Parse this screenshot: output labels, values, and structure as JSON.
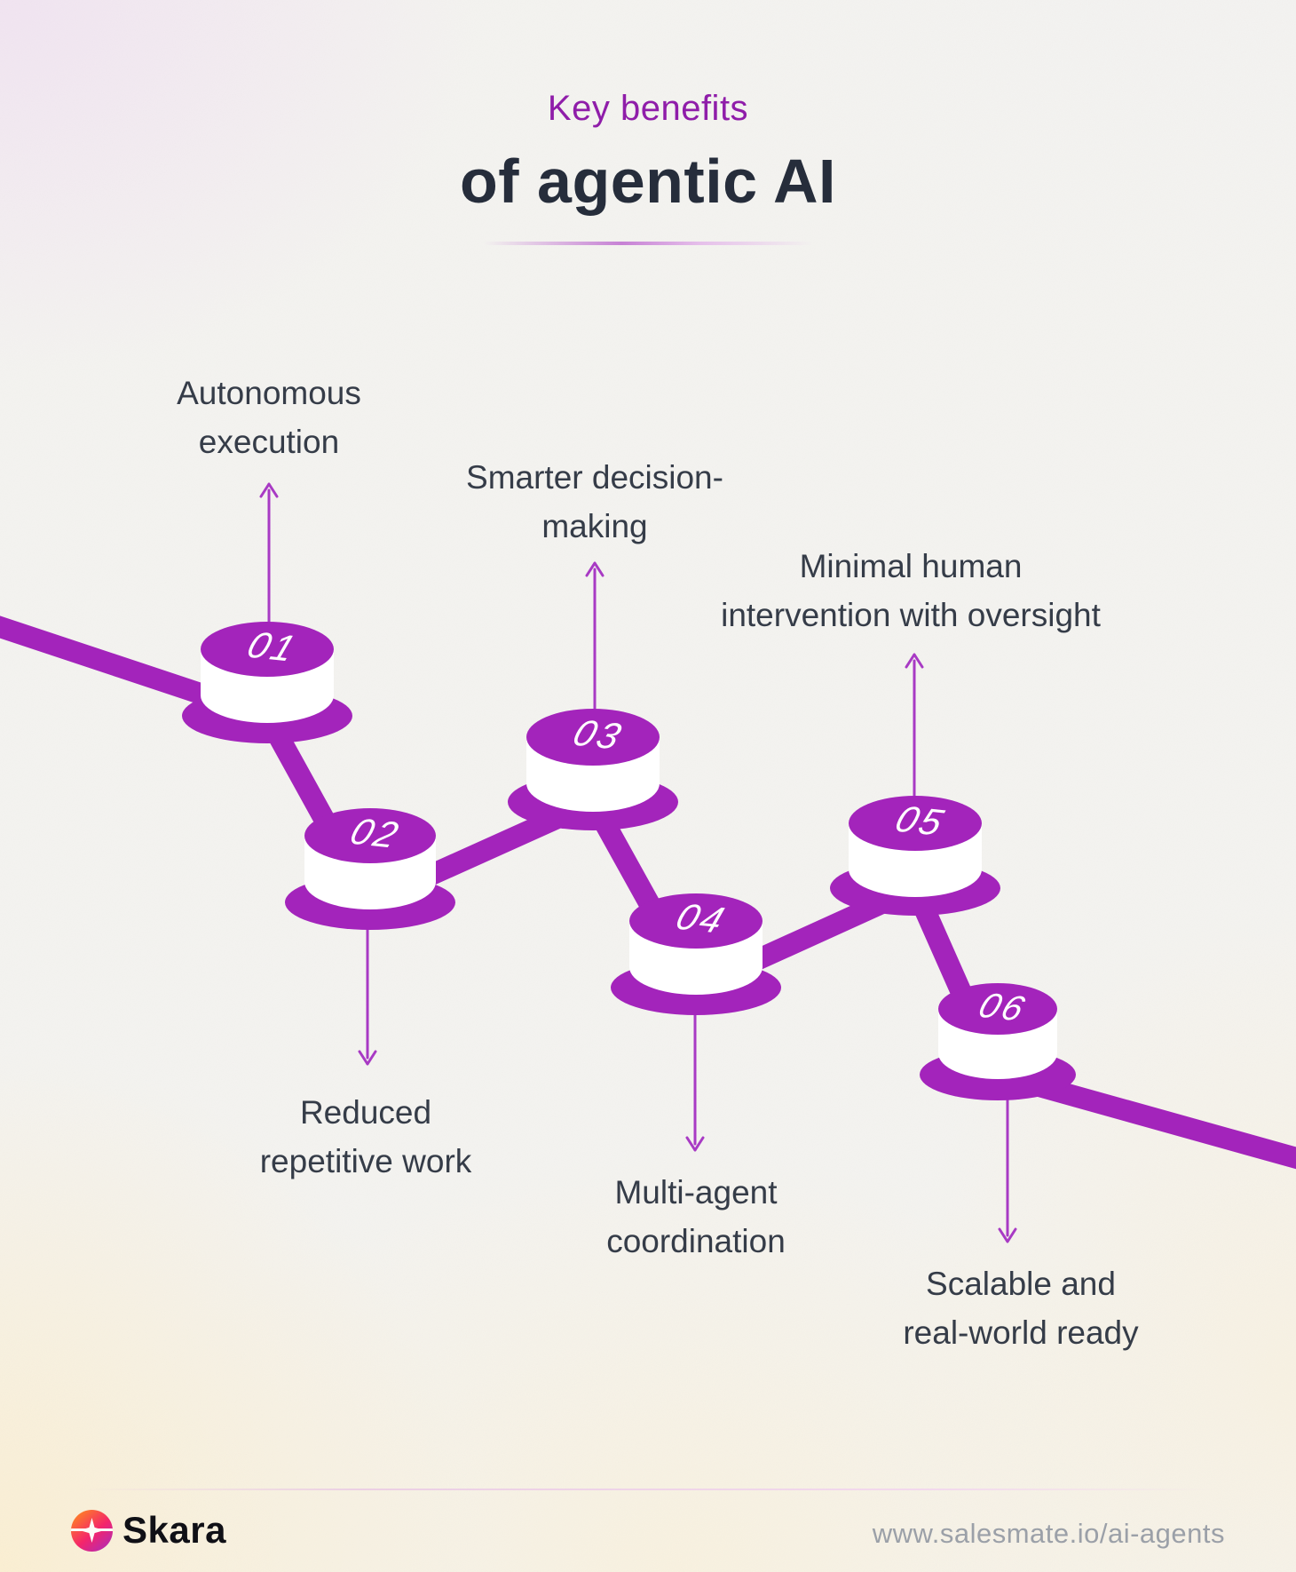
{
  "header": {
    "eyebrow": "Key benefits",
    "title": "of agentic AI"
  },
  "benefits": [
    {
      "number": "01",
      "label": [
        "Autonomous",
        "execution"
      ]
    },
    {
      "number": "02",
      "label": [
        "Reduced",
        "repetitive work"
      ]
    },
    {
      "number": "03",
      "label": [
        "Smarter decision-",
        "making"
      ]
    },
    {
      "number": "04",
      "label": [
        "Multi-agent",
        "coordination"
      ]
    },
    {
      "number": "05",
      "label": [
        "Minimal human",
        "intervention with oversight"
      ]
    },
    {
      "number": "06",
      "label": [
        "Scalable and",
        "real-world ready"
      ]
    }
  ],
  "footer": {
    "brand": "Skara",
    "url": "www.salesmate.io/ai-agents"
  },
  "colors": {
    "accent_purple": "#A324BB",
    "arrow_purple": "#A83AC4",
    "eyebrow_purple": "#8F1DA9",
    "title_dark": "#262D3B",
    "label_dark": "#353C48",
    "url_gray": "#9BA0A8",
    "background": "#F4F3F0"
  }
}
